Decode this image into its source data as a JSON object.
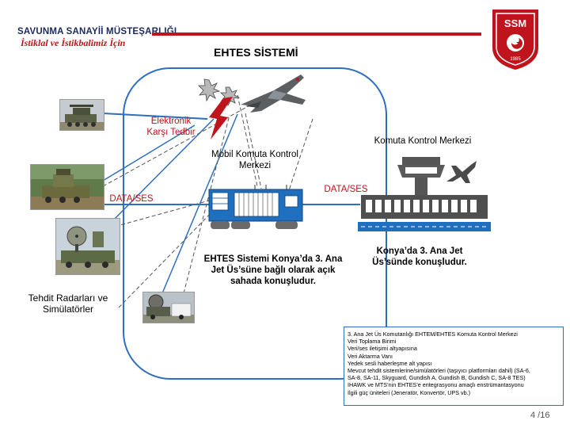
{
  "header": {
    "org_name": "SAVUNMA SANAYİİ MÜSTEŞARLIĞI",
    "motto": "İstiklal ve İstikbalimiz İçin",
    "logo_text": "SSM",
    "logo_year": "1985"
  },
  "slide": {
    "title": "EHTES SİSTEMİ"
  },
  "diagram": {
    "ecm_label": "Elektronik Karşı Tedbir",
    "mobile_center_label": "Mobil Komuta Kontrol Merkezi",
    "command_center_label": "Komuta Kontrol Merkezi",
    "datases_left": "DATA/SES",
    "datases_right": "DATA/SES",
    "threat_label": "Tehdit Radarları ve Simülatörler"
  },
  "captions": {
    "left": "EHTES Sistemi Konya’da 3. Ana Jet Üs’süne bağlı olarak açık sahada konuşludur.",
    "right": "Konya’da 3. Ana Jet Üs’sünde konuşludur."
  },
  "notes": [
    "3. Ana Jet Üs Komutanlığı EHTEM/EHTES Komuta Kontrol Merkezi",
    "Veri Toplama Birimi",
    "Veri/ses iletişimi altyapısına",
    "Veri Aktarma Vanı",
    "Yedek sesli haberleşme alt yapısı",
    "Mevcut tehdit sistemlerine/simülatörleri (taşıyıcı platformları dahil) (SA-6,",
    "SA-8, SA-11, Skyguard, Gundish A, Gundish B, Gundish C, SA-8 TES)",
    "IHAWK ve MTS’nin EHTES’e entegrasyonu amaçlı enstrümantasyonu",
    "İlgili güç üniteleri (Jeneratör, Konvertör, UPS vb.)"
  ],
  "page_number": "4 /16",
  "colors": {
    "accent_red": "#c0141c",
    "frame_blue": "#2f6fbf",
    "datalink_blue": "#1b4b9a"
  },
  "icons": [
    "ssm-logo",
    "tank-photo",
    "radar-photo",
    "jet-icon",
    "airplane-icon",
    "control-tower-icon",
    "van-icon",
    "lightning-icon",
    "burst-icon"
  ]
}
